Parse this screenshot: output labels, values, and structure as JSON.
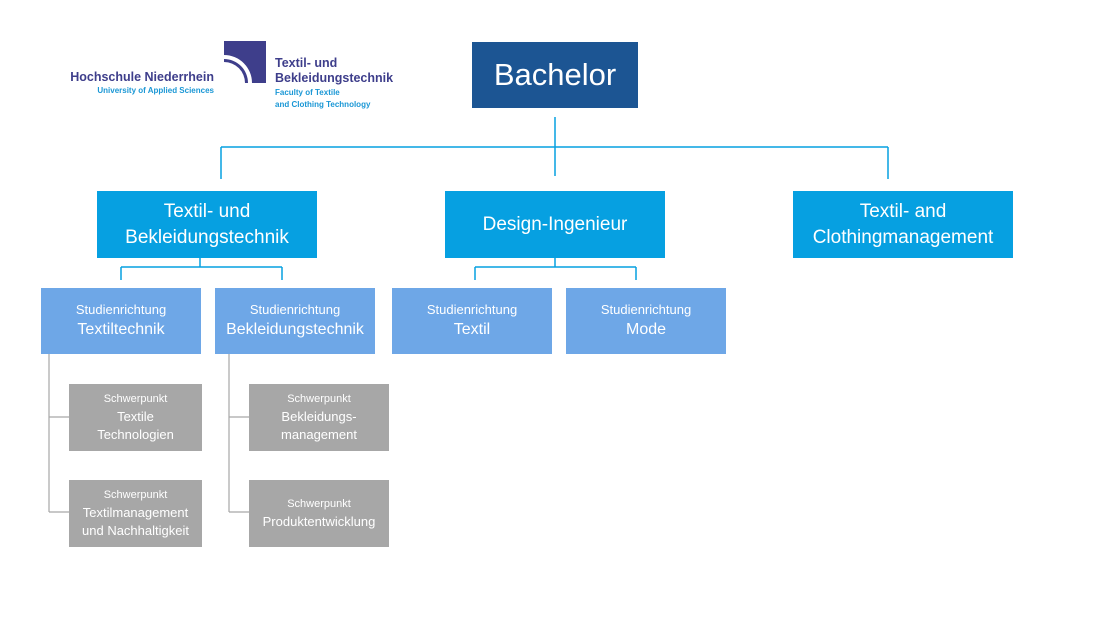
{
  "logo": {
    "university_name": "Hochschule Niederrhein",
    "university_sub": "University of Applied Sciences",
    "faculty_name_line1": "Textil- und",
    "faculty_name_line2": "Bekleidungstechnik",
    "faculty_sub_line1": "Faculty of Textile",
    "faculty_sub_line2": "and Clothing Technology"
  },
  "root": {
    "label": "Bachelor"
  },
  "programs": [
    {
      "line1": "Textil- und",
      "line2": "Bekleidungstechnik",
      "studienrichtungen": [
        {
          "prefix": "Studienrichtung",
          "name": "Textiltechnik",
          "schwerpunkte": [
            {
              "prefix": "Schwerpunkt",
              "line1": "Textile",
              "line2": "Technologien"
            },
            {
              "prefix": "Schwerpunkt",
              "line1": "Textilmanagement",
              "line2": "und Nachhaltigkeit"
            }
          ]
        },
        {
          "prefix": "Studienrichtung",
          "name": "Bekleidungstechnik",
          "schwerpunkte": [
            {
              "prefix": "Schwerpunkt",
              "line1": "Bekleidungs-",
              "line2": "management"
            },
            {
              "prefix": "Schwerpunkt",
              "line1": "Produktentwicklung",
              "line2": ""
            }
          ]
        }
      ]
    },
    {
      "line1": "Design-Ingenieur",
      "line2": "",
      "studienrichtungen": [
        {
          "prefix": "Studienrichtung",
          "name": "Textil"
        },
        {
          "prefix": "Studienrichtung",
          "name": "Mode"
        }
      ]
    },
    {
      "line1": "Textil- and",
      "line2": "Clothingmanagement",
      "studienrichtungen": []
    }
  ],
  "colors": {
    "root": "#1c5593",
    "program": "#06a0e1",
    "studienrichtung": "#6ea7e7",
    "schwerpunkt": "#a7a7a7",
    "connector_blue": "#06a0e1",
    "connector_gray": "#a7a7a7",
    "logo_dark": "#3e3e8b",
    "logo_light": "#1a97d5"
  }
}
